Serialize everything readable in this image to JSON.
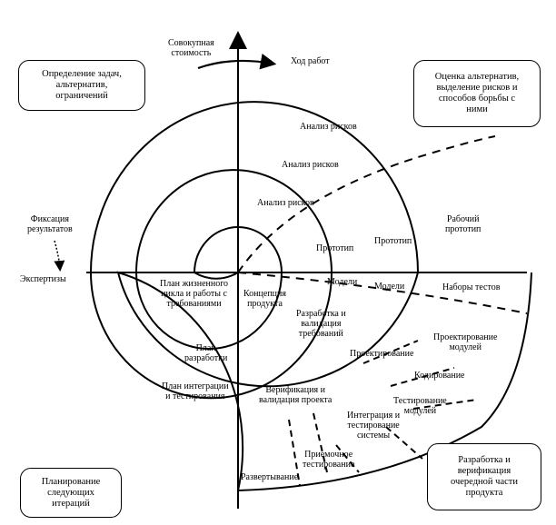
{
  "axes": {
    "y_label": "Совокупная\nстоимость",
    "progress_label": "Ход работ"
  },
  "quadrants": {
    "top_left": "Определение задач,\nальтернатив,\nограничений",
    "top_right": "Оценка альтернатив,\nвыделение рисков и\nспособов борьбы с\nними",
    "bottom_left": "Планирование\nследующих\nитераций",
    "bottom_right": "Разработка и\nверификация\nочередной части\nпродукта"
  },
  "left_labels": {
    "fixation": "Фиксация\nрезультатов",
    "reviews": "Экспертизы"
  },
  "risk_analysis": [
    "Анализ рисков",
    "Анализ рисков",
    "Анализ рисков"
  ],
  "prototypes": [
    "Прототип",
    "Прототип",
    "Рабочий\nпрототип"
  ],
  "models": [
    "Модели",
    "Модели",
    "Наборы тестов"
  ],
  "bottom_right_stages": {
    "concept": "Концепция\nпродукта",
    "requirements": "Разработка и\nвалидация\nтребований",
    "design": "Проектирование",
    "detail_design": "Проектирование\nмодулей",
    "coding": "Кодирование",
    "unit_testing": "Тестирование\nмодулей",
    "integration_testing": "Интеграция и\nтестирование\nсистемы",
    "acceptance_testing": "Приемочное\nтестирование",
    "deployment": "Развертывание",
    "verification": "Верификация и\nвалидация проекта"
  },
  "plans": {
    "lifecycle": "План жизненного\nцикла и работы с\nтребованиями",
    "development": "План\nразработки",
    "integration": "План интеграции\nи тестирования"
  }
}
